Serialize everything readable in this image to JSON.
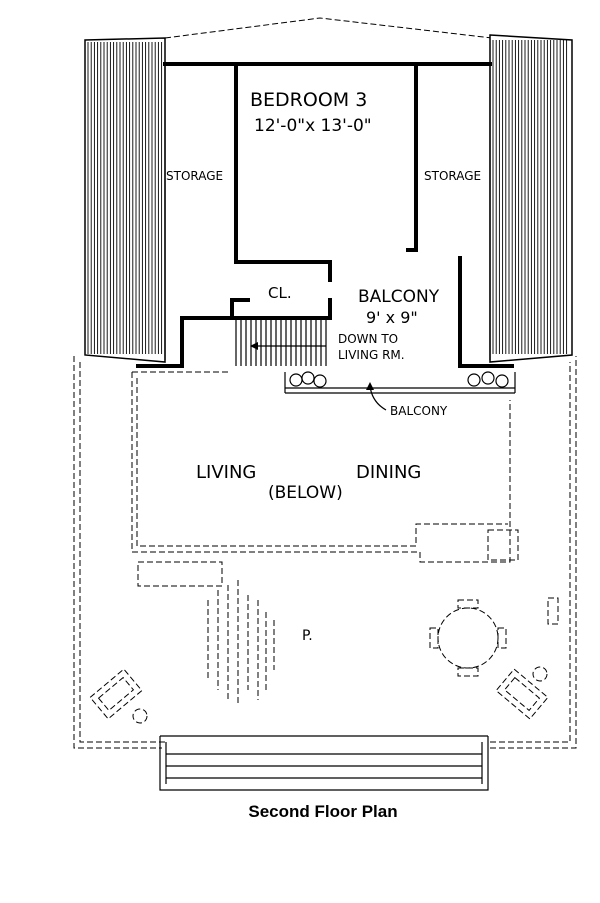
{
  "rooms": {
    "bedroom_name": "BEDROOM 3",
    "bedroom_size": "12'-0\"x 13'-0\"",
    "storage_left": "STORAGE",
    "storage_right": "STORAGE",
    "closet": "CL.",
    "balcony_name": "BALCONY",
    "balcony_size": "9' x 9\"",
    "stair_line1": "DOWN TO",
    "stair_line2": "LIVING RM.",
    "balcony_callout": "BALCONY",
    "living": "LIVING",
    "below": "(BELOW)",
    "dining": "DINING",
    "patio": "P."
  },
  "caption": "Second Floor Plan"
}
